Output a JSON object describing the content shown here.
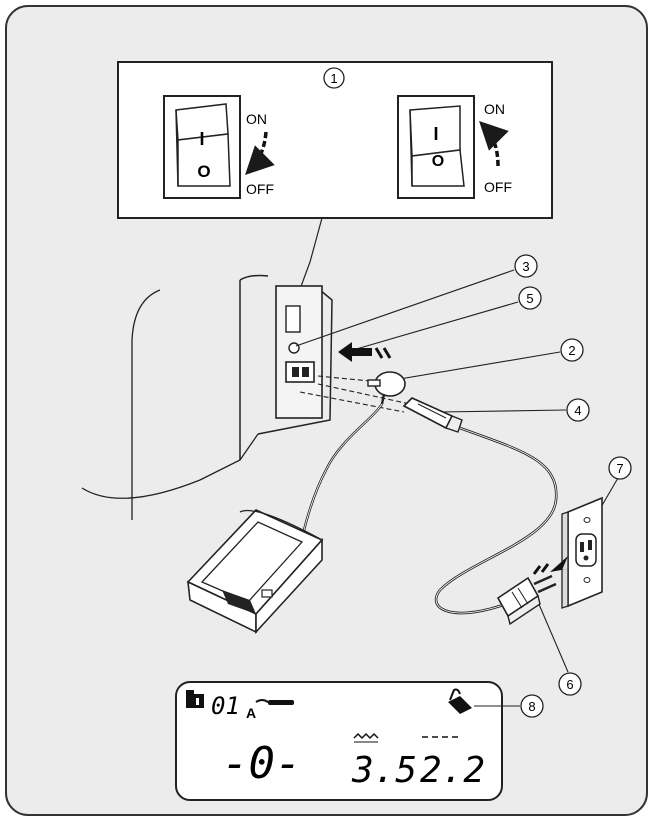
{
  "callouts": [
    "1",
    "2",
    "3",
    "4",
    "5",
    "6",
    "7",
    "8"
  ],
  "switch_labels": {
    "on": "ON",
    "off": "OFF",
    "symbol_on": "I",
    "symbol_off": "O"
  },
  "lcd": {
    "pattern_number": "01",
    "presser_foot_letter": "A",
    "center_indicator": "-0-",
    "stitch_width": "3.5",
    "stitch_length": "2.2"
  },
  "colors": {
    "panel_background": "#ececec",
    "panel_border": "#333333",
    "line": "#1a1a1a",
    "white": "#ffffff"
  },
  "icons": [
    "rocker-switch-icon",
    "foot-control-icon",
    "power-outlet-icon",
    "plug-icon",
    "presser-foot-icon",
    "bobbin-icon",
    "memory-icon"
  ]
}
